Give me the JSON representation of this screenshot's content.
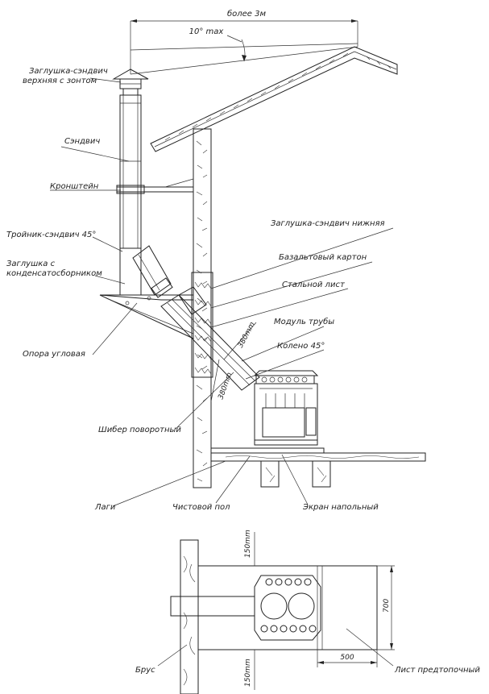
{
  "dimensions": {
    "over_3m": "более 3м",
    "angle_max": "10° max",
    "module_380_a": "380mm",
    "module_380_b": "380mm",
    "plan_150_top": "150mm",
    "plan_150_bottom": "150mm",
    "plan_700": "700",
    "plan_500": "500"
  },
  "labels": {
    "cap_top": "Заглушка-сэндвич верхняя с зонтом",
    "sandwich": "Сэндвич",
    "bracket": "Кронштейн",
    "tee_45": "Тройник-сэндвич 45°",
    "cap_condensate": "Заглушка с конденсатосборником",
    "corner_support": "Опора угловая",
    "cap_bottom": "Заглушка-сэндвич нижняя",
    "basalt_board": "Базальтовый картон",
    "steel_sheet": "Стальной лист",
    "pipe_module": "Модуль трубы",
    "elbow_45": "Колено 45°",
    "damper": "Шибер поворотный",
    "joists": "Лаги",
    "finish_floor": "Чистовой пол",
    "floor_screen": "Экран напольный",
    "beam": "Брус",
    "prefurnace_sheet": "Лист предтопочный"
  }
}
